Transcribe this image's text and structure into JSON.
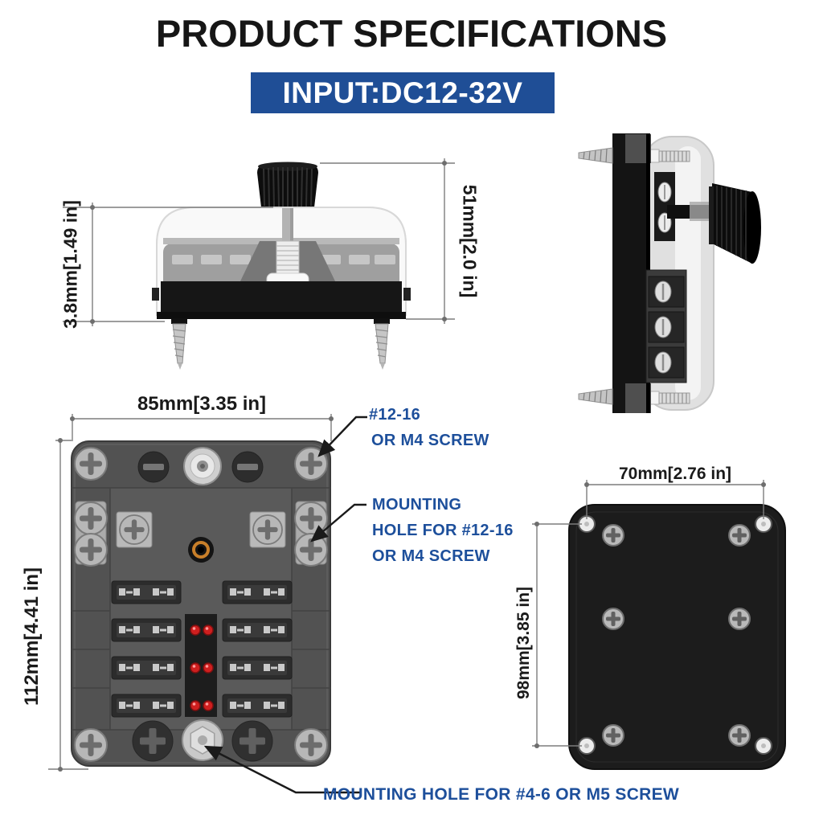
{
  "header": {
    "title": "PRODUCT SPECIFICATIONS",
    "banner_text": "INPUT:DC12-32V"
  },
  "colors": {
    "banner_bg": "#1F4E96",
    "annotation_text": "#1D4F9B",
    "led_red": "#CF1F1F",
    "dimension_line": "#7D7D7D"
  },
  "views": {
    "front": {
      "label_cover_height": "3.8mm[1.49 in]",
      "label_total_height": "51mm[2.0 in]"
    },
    "top": {
      "label_width": "85mm[3.35 in]",
      "label_height": "112mm[4.41 in]"
    },
    "back": {
      "label_hole_spacing_x": "70mm[2.76 in]",
      "label_hole_spacing_y": "98mm[3.85 in]"
    }
  },
  "annotations": {
    "corner_screw": {
      "line1": "#12-16",
      "line2": "OR M4 SCREW"
    },
    "side_mounting_hole": {
      "line1": "MOUNTING",
      "line2": "HOLE FOR #12-16",
      "line3": "OR M4 SCREW"
    },
    "center_mounting_hole": {
      "text": "MOUNTING HOLE FOR #4-6 OR M5 SCREW"
    }
  }
}
